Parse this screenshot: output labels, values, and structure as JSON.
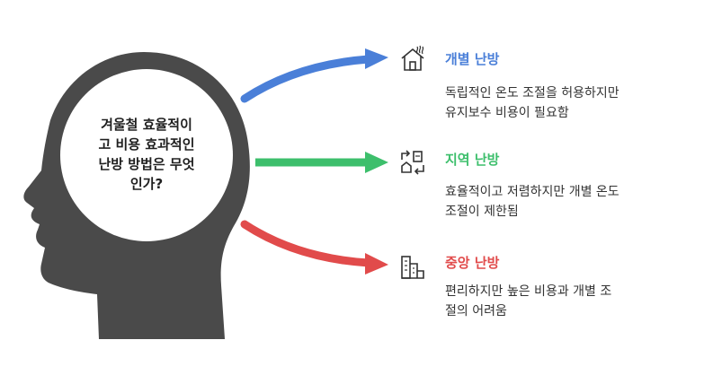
{
  "question": "겨울철 효율적이\n고 비용 효과적인\n난방 방법은 무엇\n인가?",
  "options": [
    {
      "title": "개별 난방",
      "description": "독립적인 온도 조절을 허용하지만\n유지보수 비용이 필요함",
      "color": "#4a7fd8",
      "icon": "house-heat-icon"
    },
    {
      "title": "지역 난방",
      "description": "효율적이고 저렴하지만 개별 온도\n조절이 제한됨",
      "color": "#3dbf6c",
      "icon": "district-exchange-icon"
    },
    {
      "title": "중앙 난방",
      "description": "편리하지만 높은 비용과 개별 조\n절의 어려움",
      "color": "#e14b4b",
      "icon": "building-icon"
    }
  ],
  "colors": {
    "head": "#4a4a4a",
    "head_circle": "#ffffff"
  }
}
